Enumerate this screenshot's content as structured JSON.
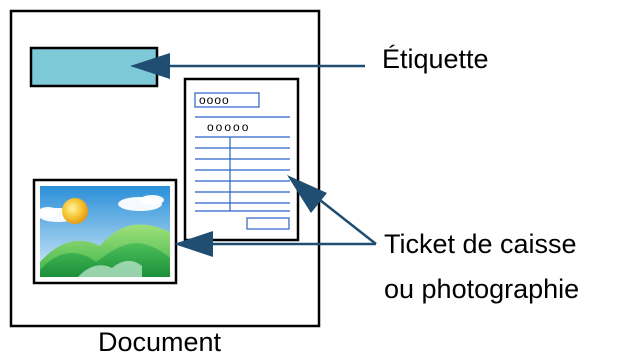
{
  "labels": {
    "etiquette": "Étiquette",
    "ticket_line1": "Ticket de caisse",
    "ticket_line2": "ou photographie",
    "document": "Document"
  },
  "receipt": {
    "top_box_text": "oooo",
    "second_text": "ooooo"
  },
  "colors": {
    "label_fill": "#7ec9d8",
    "arrow": "#1f4e72",
    "receipt_line": "#2a63c8",
    "outline": "#000000"
  }
}
